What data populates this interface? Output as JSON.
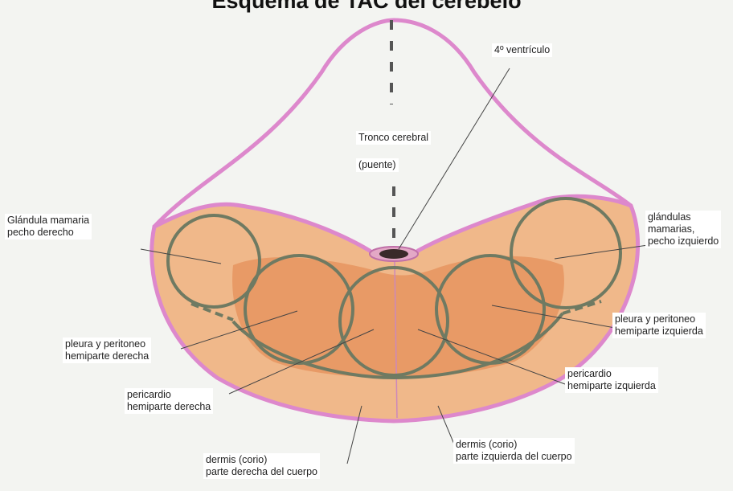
{
  "title": "Esquema de TAC del cerebelo",
  "labels": {
    "cuarto_ventriculo": "4º ventrículo",
    "tronco_cerebral": "Tronco cerebral",
    "puente": "(puente)",
    "glandula_derecha": [
      "Glándula mamaria",
      "pecho derecho"
    ],
    "glandulas_izquierdo": [
      "glándulas",
      "mamarias,",
      "pecho izquierdo"
    ],
    "pleura_derecha": [
      "pleura y peritoneo",
      "hemiparte derecha"
    ],
    "pleura_izquierda": [
      "pleura y peritoneo",
      "hemiparte izquierda"
    ],
    "pericardio_derecha": [
      "pericardio",
      "hemiparte derecha"
    ],
    "pericardio_izquierda": [
      "pericardio",
      "hemiparte izquierda"
    ],
    "dermis_derecha": [
      "dermis (corio)",
      "parte derecha del cuerpo"
    ],
    "dermis_izquierda": [
      "dermis (corio)",
      "parte izquierda del cuerpo"
    ]
  },
  "colors": {
    "outline": "#dd88cc",
    "body_fill": "#f0b88a",
    "inner_fill": "#e89a66",
    "circles": "#6f7a62",
    "ventricle": "#3a2a2a",
    "background": "#f3f4f1"
  }
}
